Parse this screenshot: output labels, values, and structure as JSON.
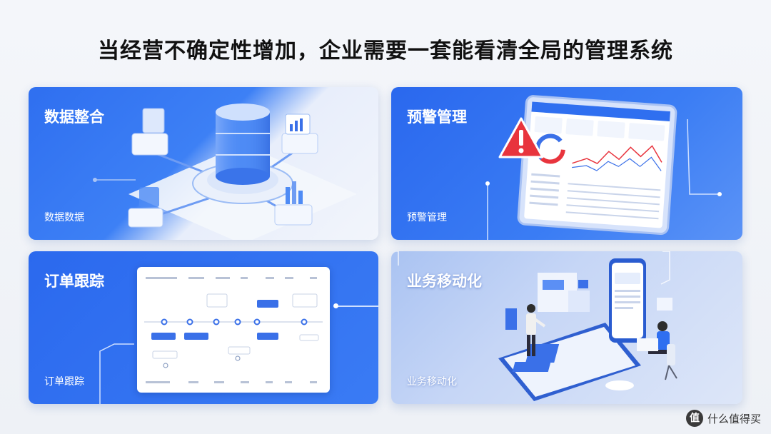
{
  "title": "当经营不确定性增加，企业需要一套能看清全局的管理系统",
  "cards": {
    "data": {
      "title": "数据整合",
      "subtitle": "数据数据"
    },
    "alert": {
      "title": "预警管理",
      "subtitle": "预警管理"
    },
    "order": {
      "title": "订单跟踪",
      "subtitle": "订单跟踪"
    },
    "mobile": {
      "title": "业务移动化",
      "subtitle": "业务移动化"
    }
  },
  "colors": {
    "primary": "#2f6ff0",
    "alert": "#e8343d",
    "panel": "#ffffff"
  },
  "icons": {
    "alert": "warning-triangle-icon",
    "brand": "zhi-icon"
  },
  "brand": {
    "icon_glyph": "值",
    "text": "什么值得买"
  }
}
